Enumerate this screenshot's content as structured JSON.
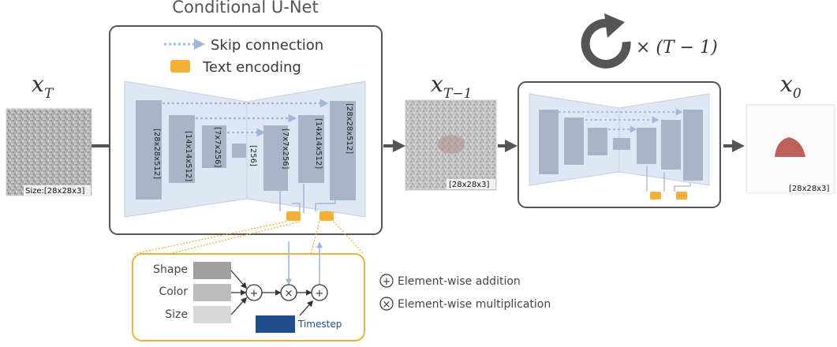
{
  "title": "Conditional U-Net",
  "legend": {
    "skip_connection": "Skip connection",
    "text_encoding": "Text encoding"
  },
  "labels": {
    "x_T": "x",
    "x_T_sub": "T",
    "x_T1": "x",
    "x_T1_sub": "T−1",
    "x_0": "x",
    "x_0_sub": "0",
    "loop": "× (T − 1)"
  },
  "image_sizes": {
    "input": "Size:[28x28x3]",
    "middle": "[28x28x3]",
    "output": "[28x28x3]"
  },
  "unet_layers": {
    "enc1": "[28x28x512]",
    "enc2": "[14x14x512]",
    "enc3": "[7x7x256]",
    "bottleneck": "[256]",
    "dec1": "[7x7x256]",
    "dec2": "[14x14x512]",
    "dec3": "[28x28x512]"
  },
  "conditioning": {
    "shape": "Shape",
    "color": "Color",
    "size": "Size",
    "timestep": "Timestep"
  },
  "ops": {
    "addition": "Element-wise addition",
    "multiplication": "Element-wise multiplication"
  },
  "colors": {
    "panel_fill": "#dde8f4",
    "layer_block": "#a9b4c6",
    "skip_arrow": "#a3b6d6",
    "text_encoding": "#f2b036",
    "timestep": "#1f4e8c",
    "flow_arrow": "#555555"
  }
}
